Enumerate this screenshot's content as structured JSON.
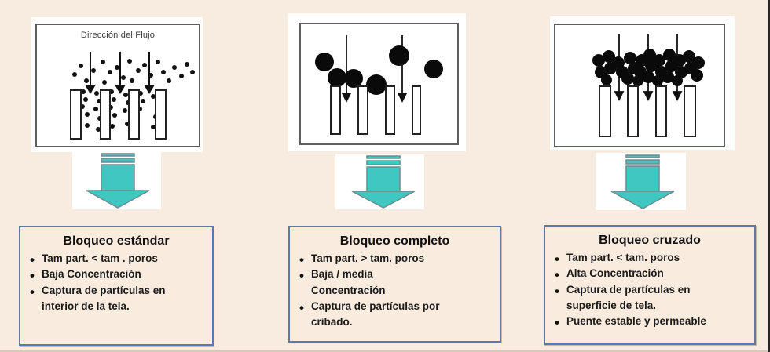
{
  "page": {
    "background_color": "#f8ebe0",
    "accent_teal": "#3fc7c2",
    "box_border_color": "#5b79ab"
  },
  "figures": {
    "flow_label": "Dirección del Flujo",
    "standard_figure": "small particles captured inside pores",
    "complete_figure": "large particles plugging pore openings",
    "crossed_figure": "particle bridge layer on pore surface"
  },
  "columns": [
    {
      "box": {
        "title": "Bloqueo estándar",
        "bullets": [
          "Tam part. < tam . poros",
          "Baja Concentración",
          "Captura de partículas en\ninterior de la tela."
        ]
      }
    },
    {
      "box": {
        "title": "Bloqueo completo",
        "bullets": [
          "Tam part. > tam. poros",
          "Baja / media\nConcentración",
          "Captura de partículas por\ncribado."
        ]
      }
    },
    {
      "box": {
        "title": "Bloqueo cruzado",
        "bullets": [
          "Tam part. < tam. poros",
          "Alta Concentración",
          "Captura de partículas en\nsuperficie de tela.",
          "Puente estable y permeable"
        ]
      }
    }
  ]
}
